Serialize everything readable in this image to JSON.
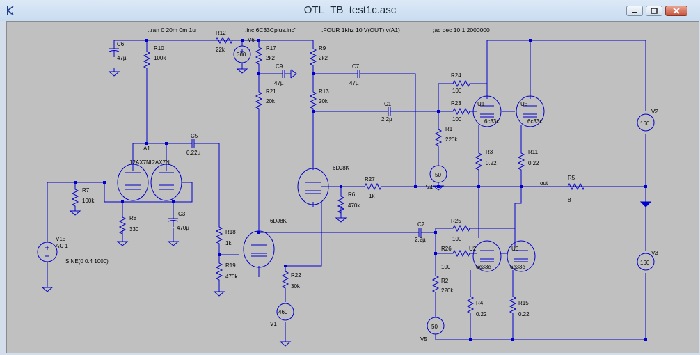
{
  "window": {
    "title": "OTL_TB_test1c.asc",
    "icon": "ltspice-schematic-icon"
  },
  "colors": {
    "wire": "#0000cc",
    "text": "#000000",
    "background": "#c0c0c0"
  },
  "directives": {
    "tran": ".tran 0 20m 0m 1u",
    "inc": ".inc 6C33Cplus.inc\"",
    "four": ".FOUR 1khz 10 V(OUT) v(A1)",
    "ac": ";ac dec 10 1 2000000"
  },
  "components": {
    "R12": {
      "name": "R12",
      "value": "22k"
    },
    "R10": {
      "name": "R10",
      "value": "100k"
    },
    "C6": {
      "name": "C6",
      "value": "47µ"
    },
    "V6": {
      "name": "V6",
      "value": "360"
    },
    "R17": {
      "name": "R17",
      "value": "2k2"
    },
    "R9": {
      "name": "R9",
      "value": "2k2"
    },
    "C9": {
      "name": "C9",
      "value": "47µ"
    },
    "C7": {
      "name": "C7",
      "value": "47µ"
    },
    "R21": {
      "name": "R21",
      "value": "20k"
    },
    "R13": {
      "name": "R13",
      "value": "20k"
    },
    "R24": {
      "name": "R24",
      "value": "100"
    },
    "R23": {
      "name": "R23",
      "value": "100"
    },
    "C1": {
      "name": "C1",
      "value": "2.2µ"
    },
    "R1": {
      "name": "R1",
      "value": "220k"
    },
    "V4": {
      "name": "V4",
      "value": "50"
    },
    "U1": {
      "name": "U1",
      "value": "6c33c"
    },
    "U5": {
      "name": "U5",
      "value": "6c33c"
    },
    "R3": {
      "name": "R3",
      "value": "0.22"
    },
    "R11": {
      "name": "R11",
      "value": "0.22"
    },
    "V2": {
      "name": "V2",
      "value": "160"
    },
    "A1": {
      "name": "A1"
    },
    "C5": {
      "name": "C5",
      "value": "0.22µ"
    },
    "tube1": {
      "name": "12AX7N"
    },
    "tube2": {
      "name": "12AX7N"
    },
    "R7": {
      "name": "R7",
      "value": "100k"
    },
    "R8": {
      "name": "R8",
      "value": "330"
    },
    "C3": {
      "name": "C3",
      "value": "470µ"
    },
    "V15": {
      "name": "V15",
      "value": "AC 1",
      "extra": "SINE(0 0.4 1000)"
    },
    "tube3": {
      "name": "6DJ8K"
    },
    "tube4": {
      "name": "6DJ8K"
    },
    "R27": {
      "name": "R27",
      "value": "1k"
    },
    "R6": {
      "name": "R6",
      "value": "470k"
    },
    "out": {
      "name": "out"
    },
    "R5": {
      "name": "R5",
      "value": "8"
    },
    "R18": {
      "name": "R18",
      "value": "1k"
    },
    "R19": {
      "name": "R19",
      "value": "470k"
    },
    "R22": {
      "name": "R22",
      "value": "30k"
    },
    "V1": {
      "name": "V1",
      "value": "460"
    },
    "C2": {
      "name": "C2",
      "value": "2.2µ"
    },
    "R25": {
      "name": "R25",
      "value": "100"
    },
    "R26": {
      "name": "R26",
      "value": "100"
    },
    "U2": {
      "name": "U2",
      "value": "6c33c"
    },
    "U6": {
      "name": "U6",
      "value": "6c33c"
    },
    "R2": {
      "name": "R2",
      "value": "220k"
    },
    "R4": {
      "name": "R4",
      "value": "0.22"
    },
    "R15": {
      "name": "R15",
      "value": "0.22"
    },
    "V5": {
      "name": "V5",
      "value": "50"
    },
    "V3": {
      "name": "V3",
      "value": "160"
    }
  }
}
